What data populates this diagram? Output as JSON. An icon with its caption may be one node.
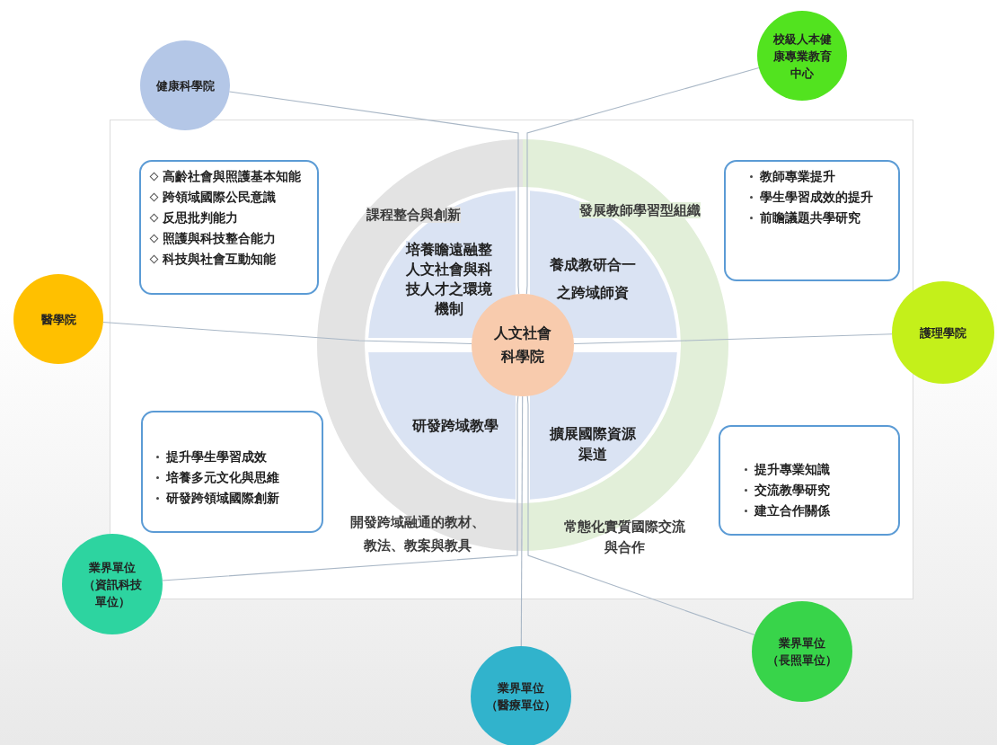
{
  "diagram": {
    "nodes": [
      {
        "text": [
          "健康科學院"
        ]
      },
      {
        "text": [
          "校級人本健康專業教育中心"
        ]
      },
      {
        "text": [
          "高齡社會與照護基本知能",
          "跨領域國際公民意識",
          "反思批判能力",
          "照護與科技整合能力",
          "科技與社會互動知能"
        ]
      },
      {
        "text": [
          "教師專業提升",
          "學生學習成效的提升",
          "前瞻議題共學研究"
        ]
      },
      {
        "text": [
          "培養瞻遠融整人文社會與科技人才之環境機制"
        ]
      },
      {
        "text": [
          "養成教研合一之跨域師資"
        ]
      },
      {
        "text": [
          "醫學院"
        ]
      },
      {
        "text": [
          "人文社會科學院"
        ]
      },
      {
        "text": [
          "護理學院"
        ]
      },
      {
        "text": [
          "研發跨域教學"
        ]
      },
      {
        "text": [
          "擴展國際資源渠道"
        ]
      },
      {
        "text": [
          "提升學生學習成效",
          "培養多元文化與思維",
          "研發跨領域國際創新"
        ]
      },
      {
        "text": [
          "提升專業知識",
          "交流教學研究",
          "建立合作關係"
        ]
      },
      {
        "text": [
          "業界單位",
          "（資訊科技單位）"
        ]
      },
      {
        "text": [
          "業界單位",
          "（醫療單位）"
        ]
      },
      {
        "text": [
          "業界單位",
          "（長照單位）"
        ]
      }
    ],
    "edges": [
      {
        "from": 0,
        "to": 7,
        "arrow": "none"
      },
      {
        "from": 1,
        "to": 7,
        "arrow": "none"
      },
      {
        "from": 6,
        "to": 7,
        "arrow": "none"
      },
      {
        "from": 8,
        "to": 7,
        "arrow": "none"
      },
      {
        "from": 13,
        "to": 7,
        "arrow": "none"
      },
      {
        "from": 14,
        "to": 7,
        "arrow": "none"
      },
      {
        "from": 15,
        "to": 7,
        "arrow": "none"
      }
    ],
    "labels": [
      "課程整合與創新",
      "發展教師學習型組織",
      "開發跨域融通的教材、教法、教案與教具",
      "常態化實質國際交流與合作"
    ]
  }
}
